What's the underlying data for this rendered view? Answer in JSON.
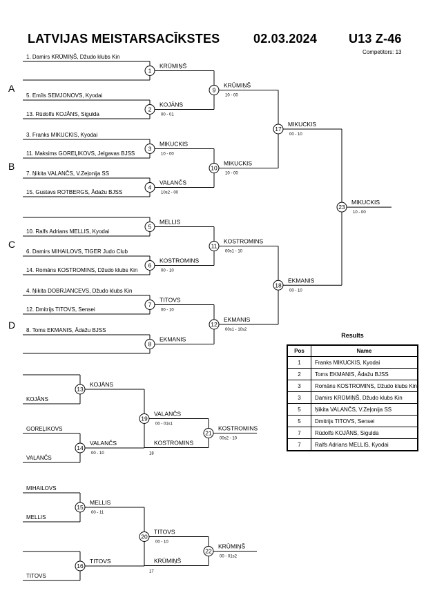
{
  "header": {
    "title": "LATVIJAS MEISTARSACĪKSTES",
    "date": "02.03.2024",
    "category": "U13 Z-46",
    "competitors_label": "Competitors:",
    "competitors_count": "13"
  },
  "pools": [
    "A",
    "B",
    "C",
    "D"
  ],
  "entries": [
    "1. Damirs KRŪMIŅŠ, Džudo klubs Kin",
    "",
    "5. Emīls SEMJONOVS, Kyodai",
    "13. Rūdolfs KOJĀNS, Sigulda",
    "3. Franks MIKUCKIS, Kyodai",
    "11. Maksims GOREĻIKOVS, Jelgavas BJSS",
    "7. Ņikita VALANČS, V.Zeļonija SS",
    "15. Gustavs ROTBERGS, Ādažu BJSS",
    "",
    "10. Ralfs Adrians MELLIS, Kyodai",
    "6. Damirs MIHAILOVS, TIGER Judo Club",
    "14. Romāns KOSTROMINS, Džudo klubs Kin",
    "4. Ņikita DOBRJANCEVS, Džudo klubs Kin",
    "12. Dmitrijs TITOVS, Sensei",
    "8. Toms EKMANIS, Ādažu BJSS",
    ""
  ],
  "matches": [
    {
      "num": "1",
      "winner": "KRŪMIŅŠ",
      "score": ""
    },
    {
      "num": "2",
      "winner": "KOJĀNS",
      "score": "00 - 01"
    },
    {
      "num": "3",
      "winner": "MIKUCKIS",
      "score": "10 - 00"
    },
    {
      "num": "4",
      "winner": "VALANČS",
      "score": "10s2 - 00"
    },
    {
      "num": "5",
      "winner": "MELLIS",
      "score": ""
    },
    {
      "num": "6",
      "winner": "KOSTROMINS",
      "score": "00 - 10"
    },
    {
      "num": "7",
      "winner": "TITOVS",
      "score": "00 - 10"
    },
    {
      "num": "8",
      "winner": "EKMANIS",
      "score": ""
    },
    {
      "num": "9",
      "winner": "KRŪMIŅŠ",
      "score": "10 - 00"
    },
    {
      "num": "10",
      "winner": "MIKUCKIS",
      "score": "10 - 00"
    },
    {
      "num": "11",
      "winner": "KOSTROMINS",
      "score": "00s1 - 10"
    },
    {
      "num": "12",
      "winner": "EKMANIS",
      "score": "00s1 - 10s2"
    },
    {
      "num": "17",
      "winner": "MIKUCKIS",
      "score": "00 - 10"
    },
    {
      "num": "18",
      "winner": "EKMANIS",
      "score": "00 - 10"
    },
    {
      "num": "23",
      "winner": "MIKUCKIS",
      "score": "10 - 00"
    }
  ],
  "repechage": {
    "entries": [
      "",
      "KOJĀNS",
      "GOREĻIKOVS",
      "VALANČS",
      "MIHAILOVS",
      "MELLIS",
      "",
      "TITOVS"
    ],
    "matches": [
      {
        "num": "13",
        "winner": "KOJĀNS",
        "score": ""
      },
      {
        "num": "14",
        "winner": "VALANČS",
        "score": "00 - 10"
      },
      {
        "num": "15",
        "winner": "MELLIS",
        "score": "00 - 11"
      },
      {
        "num": "16",
        "winner": "TITOVS",
        "score": ""
      },
      {
        "num": "19",
        "winner": "VALANČS",
        "score": "00 - 01s1"
      },
      {
        "num": "20",
        "winner": "TITOVS",
        "score": "00 - 10"
      }
    ],
    "bronze": [
      {
        "num": "21",
        "top": "VALANČS",
        "bottom": "KOSTROMINS",
        "bottom_note": "18",
        "winner": "KOSTROMINS",
        "score": "00s2 - 10"
      },
      {
        "num": "22",
        "top": "TITOVS",
        "bottom": "KRŪMIŅŠ",
        "bottom_note": "17",
        "winner": "KRŪMIŅŠ",
        "score": "00 - 01s2"
      }
    ]
  },
  "results": {
    "title": "Results",
    "headers": {
      "pos": "Pos",
      "name": "Name"
    },
    "rows": [
      {
        "pos": "1",
        "name": "Franks MIKUCKIS, Kyodai"
      },
      {
        "pos": "2",
        "name": "Toms EKMANIS, Ādažu BJSS"
      },
      {
        "pos": "3",
        "name": "Romāns KOSTROMINS, Džudo klubs Kin"
      },
      {
        "pos": "3",
        "name": "Damirs KRŪMIŅŠ, Džudo klubs Kin"
      },
      {
        "pos": "5",
        "name": "Ņikita VALANČS, V.Zeļonija SS"
      },
      {
        "pos": "5",
        "name": "Dmitrijs TITOVS, Sensei"
      },
      {
        "pos": "7",
        "name": "Rūdolfs KOJĀNS, Sigulda"
      },
      {
        "pos": "7",
        "name": "Ralfs Adrians MELLIS, Kyodai"
      }
    ]
  }
}
